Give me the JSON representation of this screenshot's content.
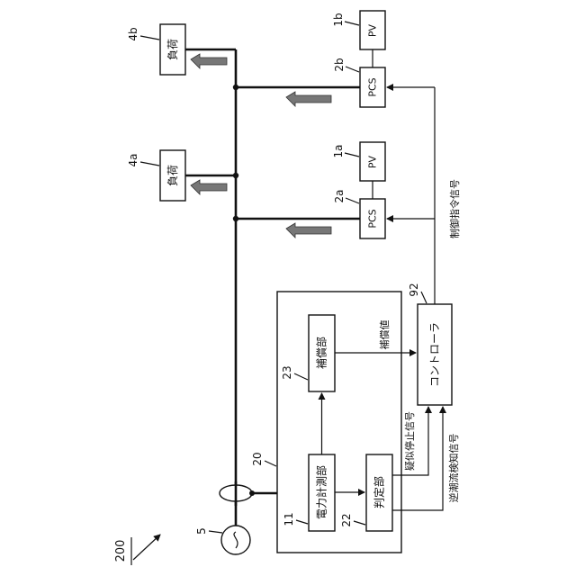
{
  "figure_label": "200",
  "grid_label": "5",
  "measure_unit": {
    "ref": "20",
    "meter_box": {
      "ref": "11",
      "label": "電力計測部"
    },
    "judge_box": {
      "ref": "22",
      "label": "判定部"
    },
    "comp_box": {
      "ref": "23",
      "label": "補償部"
    }
  },
  "controller": {
    "ref": "92",
    "label": "コントローラ"
  },
  "pcs_a": {
    "ref": "2a",
    "label": "PCS"
  },
  "pcs_b": {
    "ref": "2b",
    "label": "PCS"
  },
  "pv_a": {
    "ref": "1a",
    "label": "PV"
  },
  "pv_b": {
    "ref": "1b",
    "label": "PV"
  },
  "load_a": {
    "ref": "4a",
    "label": "負荷"
  },
  "load_b": {
    "ref": "4b",
    "label": "負荷"
  },
  "signals": {
    "compensation": "補償値",
    "pseudo_stop": "疑似停止信号",
    "reverse_flow": "逆潮流検知信号",
    "control_command": "制御指令信号"
  }
}
